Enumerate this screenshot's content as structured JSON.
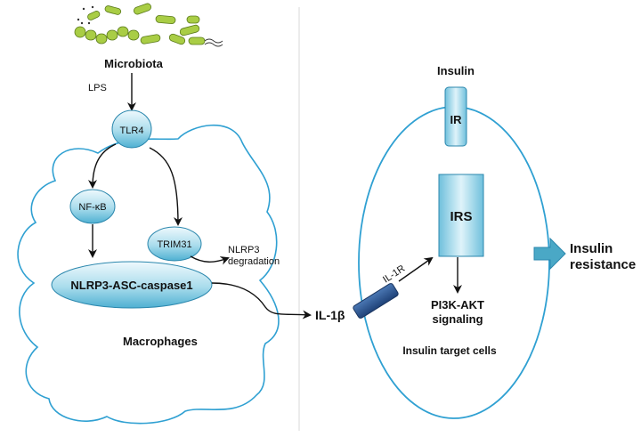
{
  "left_panel": {
    "microbiota": "Microbiota",
    "lps": "LPS",
    "tlr4": "TLR4",
    "nfkb": "NF-κB",
    "trim31": "TRIM31",
    "nlrp3_degradation_line1": "NLRP3",
    "nlrp3_degradation_line2": "degradation",
    "inflammasome": "NLRP3-ASC-caspase1",
    "macrophages": "Macrophages"
  },
  "middle": {
    "il1b": "IL-1β"
  },
  "right_panel": {
    "insulin": "Insulin",
    "ir": "IR",
    "irs": "IRS",
    "il1r": "IL-1R",
    "pi3k_line1": "PI3K-AKT",
    "pi3k_line2": "signaling",
    "target_cells": "Insulin target cells",
    "resistance_line1": "Insulin",
    "resistance_line2": "resistance"
  },
  "colors": {
    "outline": "#2fa0d2",
    "node_fill_light": "#e6f5fb",
    "node_fill_dark": "#6fc0dc",
    "receptor_fill": "#2f5a96",
    "bacteria": "#a9cd45",
    "arrow_teal": "#4aa8c6"
  },
  "icons": [
    "bacteria-cluster-icon",
    "resistance-arrow-icon"
  ]
}
